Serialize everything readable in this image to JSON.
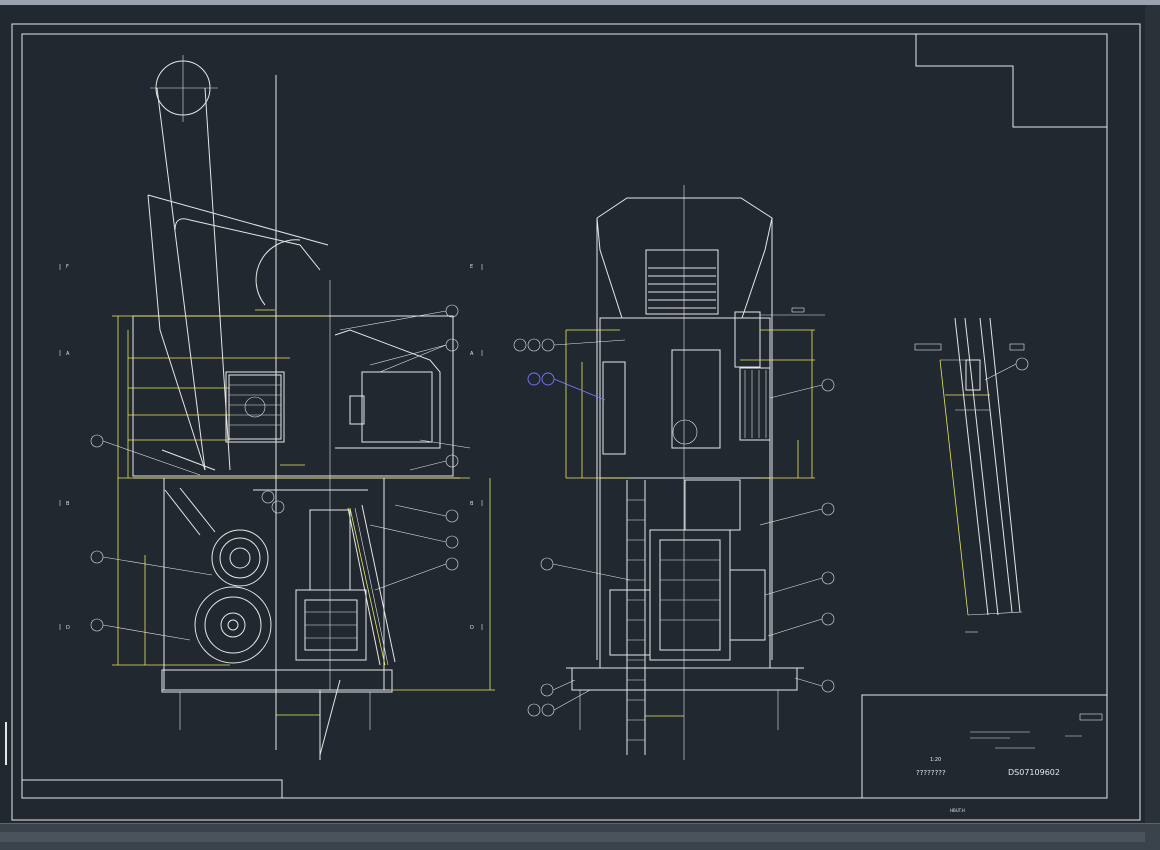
{
  "window": {
    "accent": "#212830",
    "ink_color": "#e6e6e6",
    "dimension_color": "#e8e85a",
    "highlight_color": "#7777ff"
  },
  "title_block": {
    "drawing_number": "DS07109602",
    "drawing_name": "????????",
    "scale_label": "1:20",
    "footer_label": "HBUT.H"
  },
  "section_marks": {
    "left_top": "F",
    "left_a": "A",
    "left_b": "B",
    "left_d": "D",
    "mid_e": "E",
    "mid_a": "A",
    "mid_b": "B",
    "mid_d": "D"
  }
}
